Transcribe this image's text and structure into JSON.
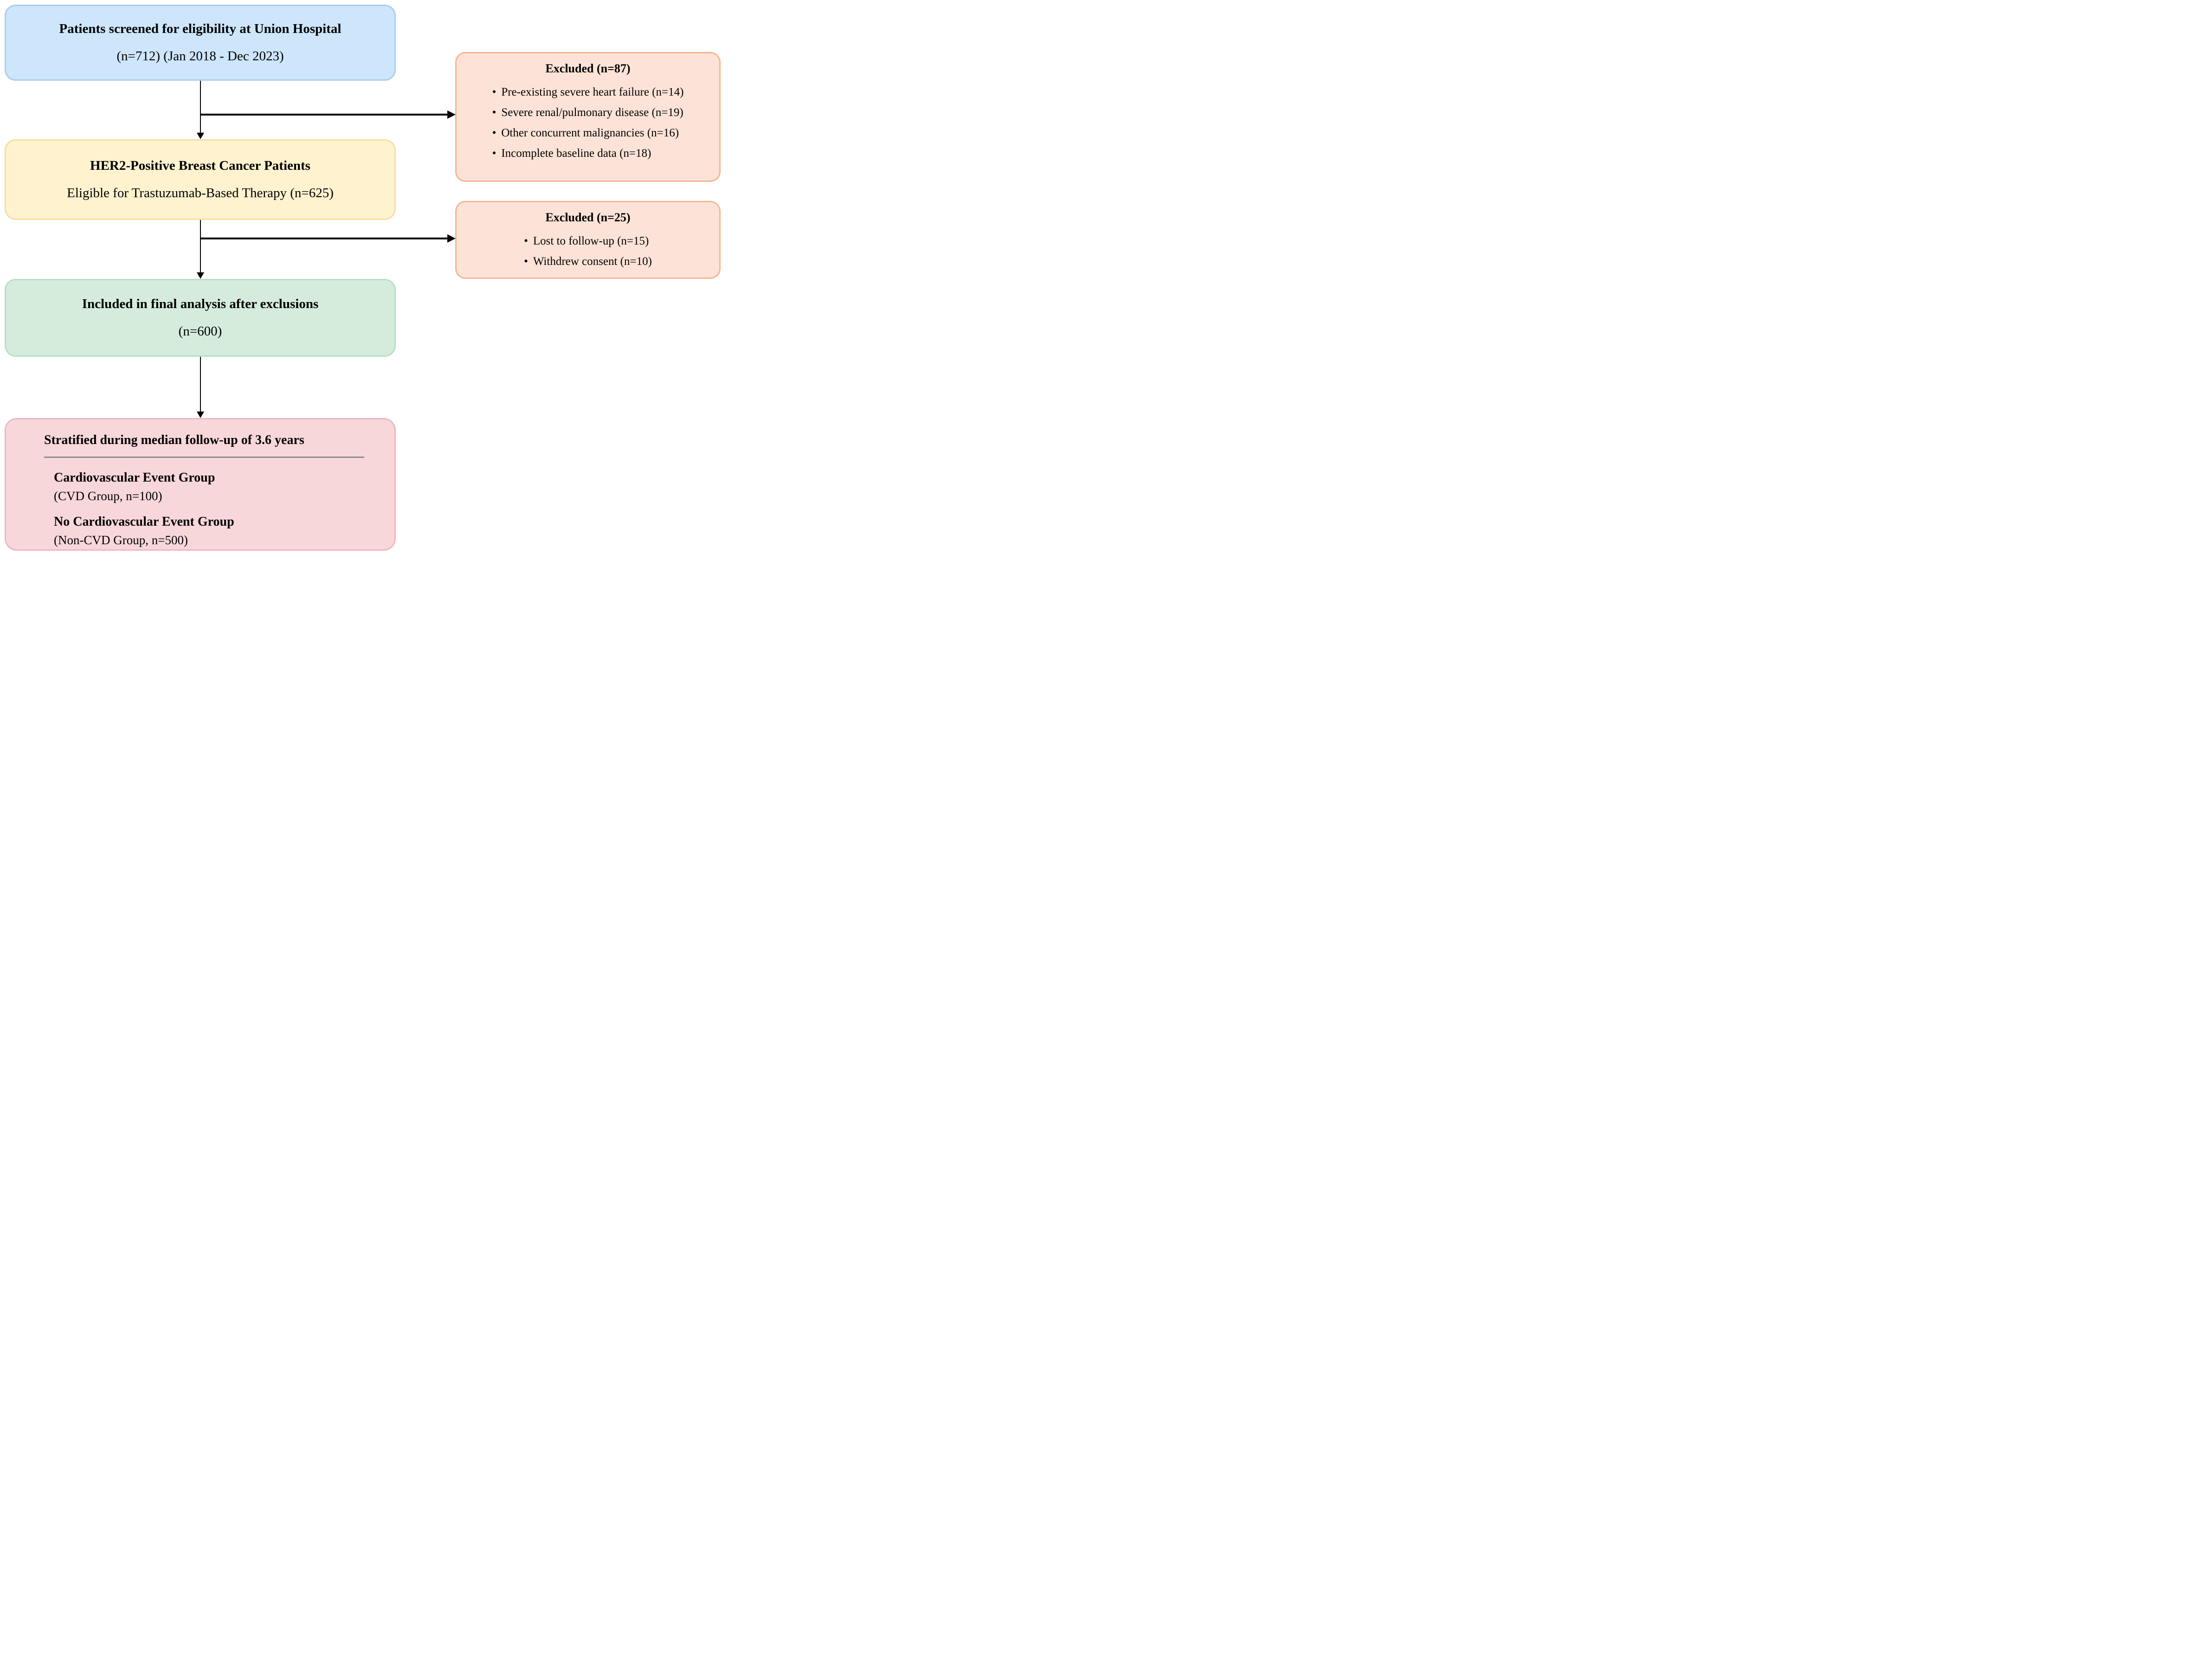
{
  "glyphs": {
    "bullet": "•"
  },
  "colors": {
    "screened_fill": "#cde6fb",
    "screened_border": "#a9cdee",
    "eligible_fill": "#fff2cf",
    "eligible_border": "#f2dfa4",
    "included_fill": "#d5ecdd",
    "included_border": "#b9dfc6",
    "stratified_fill": "#f8d7da",
    "stratified_border": "#f0b7c0",
    "excluded_fill": "#fde3d7",
    "excluded_border": "#f4b694",
    "divider": "#8f8f8f",
    "arrow": "#000000",
    "text": "#000000"
  },
  "boxes": {
    "screened": {
      "line1": "Patients screened for eligibility at Union Hospital",
      "line2": "(n=712) (Jan 2018 - Dec 2023)"
    },
    "excluded_initial": {
      "heading": "Excluded (n=87)",
      "items": [
        "Pre-existing severe heart failure (n=14)",
        "Severe renal/pulmonary disease (n=19)",
        "Other concurrent malignancies (n=16)",
        "Incomplete baseline data (n=18)"
      ]
    },
    "eligible": {
      "line1": "HER2-Positive Breast Cancer Patients",
      "line2": "Eligible for Trastuzumab-Based Therapy (n=625)"
    },
    "excluded_followup": {
      "heading": "Excluded (n=25)",
      "items": [
        "Lost to follow-up (n=15)",
        "Withdrew consent (n=10)"
      ]
    },
    "included": {
      "line1": "Included in final analysis after exclusions",
      "line2": "(n=600)"
    },
    "stratified": {
      "heading": "Stratified during median follow-up of 3.6 years",
      "groups": [
        {
          "name": "Cardiovascular Event Group",
          "detail": "(CVD Group, n=100)"
        },
        {
          "name": "No Cardiovascular Event Group",
          "detail": "(Non-CVD Group, n=500)"
        }
      ]
    }
  }
}
